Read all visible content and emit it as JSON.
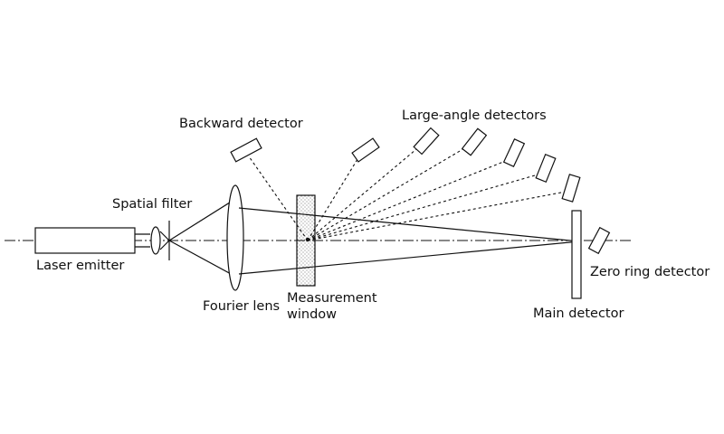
{
  "labels": {
    "laser_emitter": "Laser emitter",
    "spatial_filter": "Spatial filter",
    "fourier_lens": "Fourier lens",
    "measurement_window_line1": "Measurement",
    "measurement_window_line2": "window",
    "backward_detector": "Backward detector",
    "large_angle_detectors": "Large-angle detectors",
    "main_detector": "Main detector",
    "zero_ring_detector": "Zero ring detector"
  },
  "colors": {
    "line": "#111111",
    "background": "#ffffff",
    "window_dots": "#555555"
  }
}
